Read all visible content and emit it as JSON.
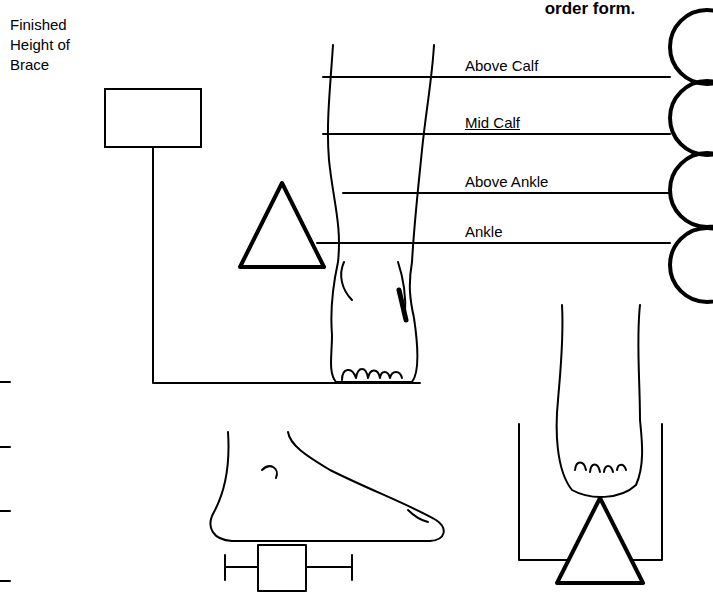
{
  "diagram": {
    "title": "order form.",
    "nodes": [
      {
        "text": [
          "Finished Height of Brace"
        ]
      }
    ],
    "labels": [
      "Above Calf",
      "Mid Calf",
      "Above Ankle",
      "Ankle"
    ]
  }
}
